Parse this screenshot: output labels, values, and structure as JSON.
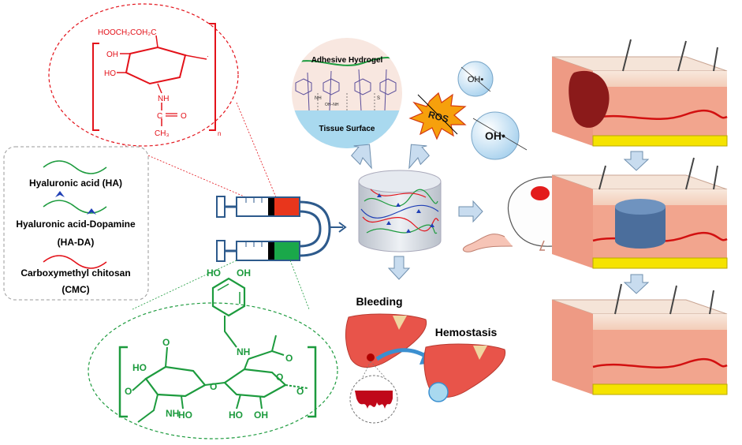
{
  "legend": {
    "ha": "Hyaluronic acid (HA)",
    "hada_line1": "Hyaluronic acid-Dopamine",
    "hada_line2": "(HA-DA)",
    "cmc_line1": "Carboxymethyl chitosan",
    "cmc_line2": "(CMC)"
  },
  "red_structure": {
    "substituent": "HOOCH₂COH₂C",
    "oh1": "OH",
    "oh2": "HO",
    "nh": "NH",
    "carbonyl_c": "C",
    "carbonyl_o": "O",
    "methyl": "CH₃",
    "subscript": "n"
  },
  "green_structure": {
    "ho_top1": "HO",
    "oh_top2": "OH",
    "nh_amide": "NH",
    "o_carbonyl": "O",
    "ho_left": "HO",
    "o_ring1": "O",
    "o_link_left": "O",
    "o_link_mid": "O",
    "o_ring2": "O",
    "o_link_right": "O",
    "nh_bottom": "NH",
    "ho_b1": "HO",
    "oh_b2": "OH",
    "ho_b3": "HO"
  },
  "adhesion": {
    "top_label": "Adhesive Hydrogel",
    "bottom_label": "Tissue Surface",
    "small1": "NH",
    "small2": "OH–NH",
    "small3": "S"
  },
  "radicals": {
    "ros": "ROS",
    "oh_small": "OH•",
    "oh_large": "OH•"
  },
  "bleeding": {
    "bleeding": "Bleeding",
    "hemostasis": "Hemostasis"
  },
  "colors": {
    "red": "#e3121a",
    "green": "#1d9b3e",
    "blue_arrow": "#c8dcef",
    "skin": "#f3b6a4",
    "liver": "#e8544a",
    "hydrogel": "#d0d6e0"
  }
}
